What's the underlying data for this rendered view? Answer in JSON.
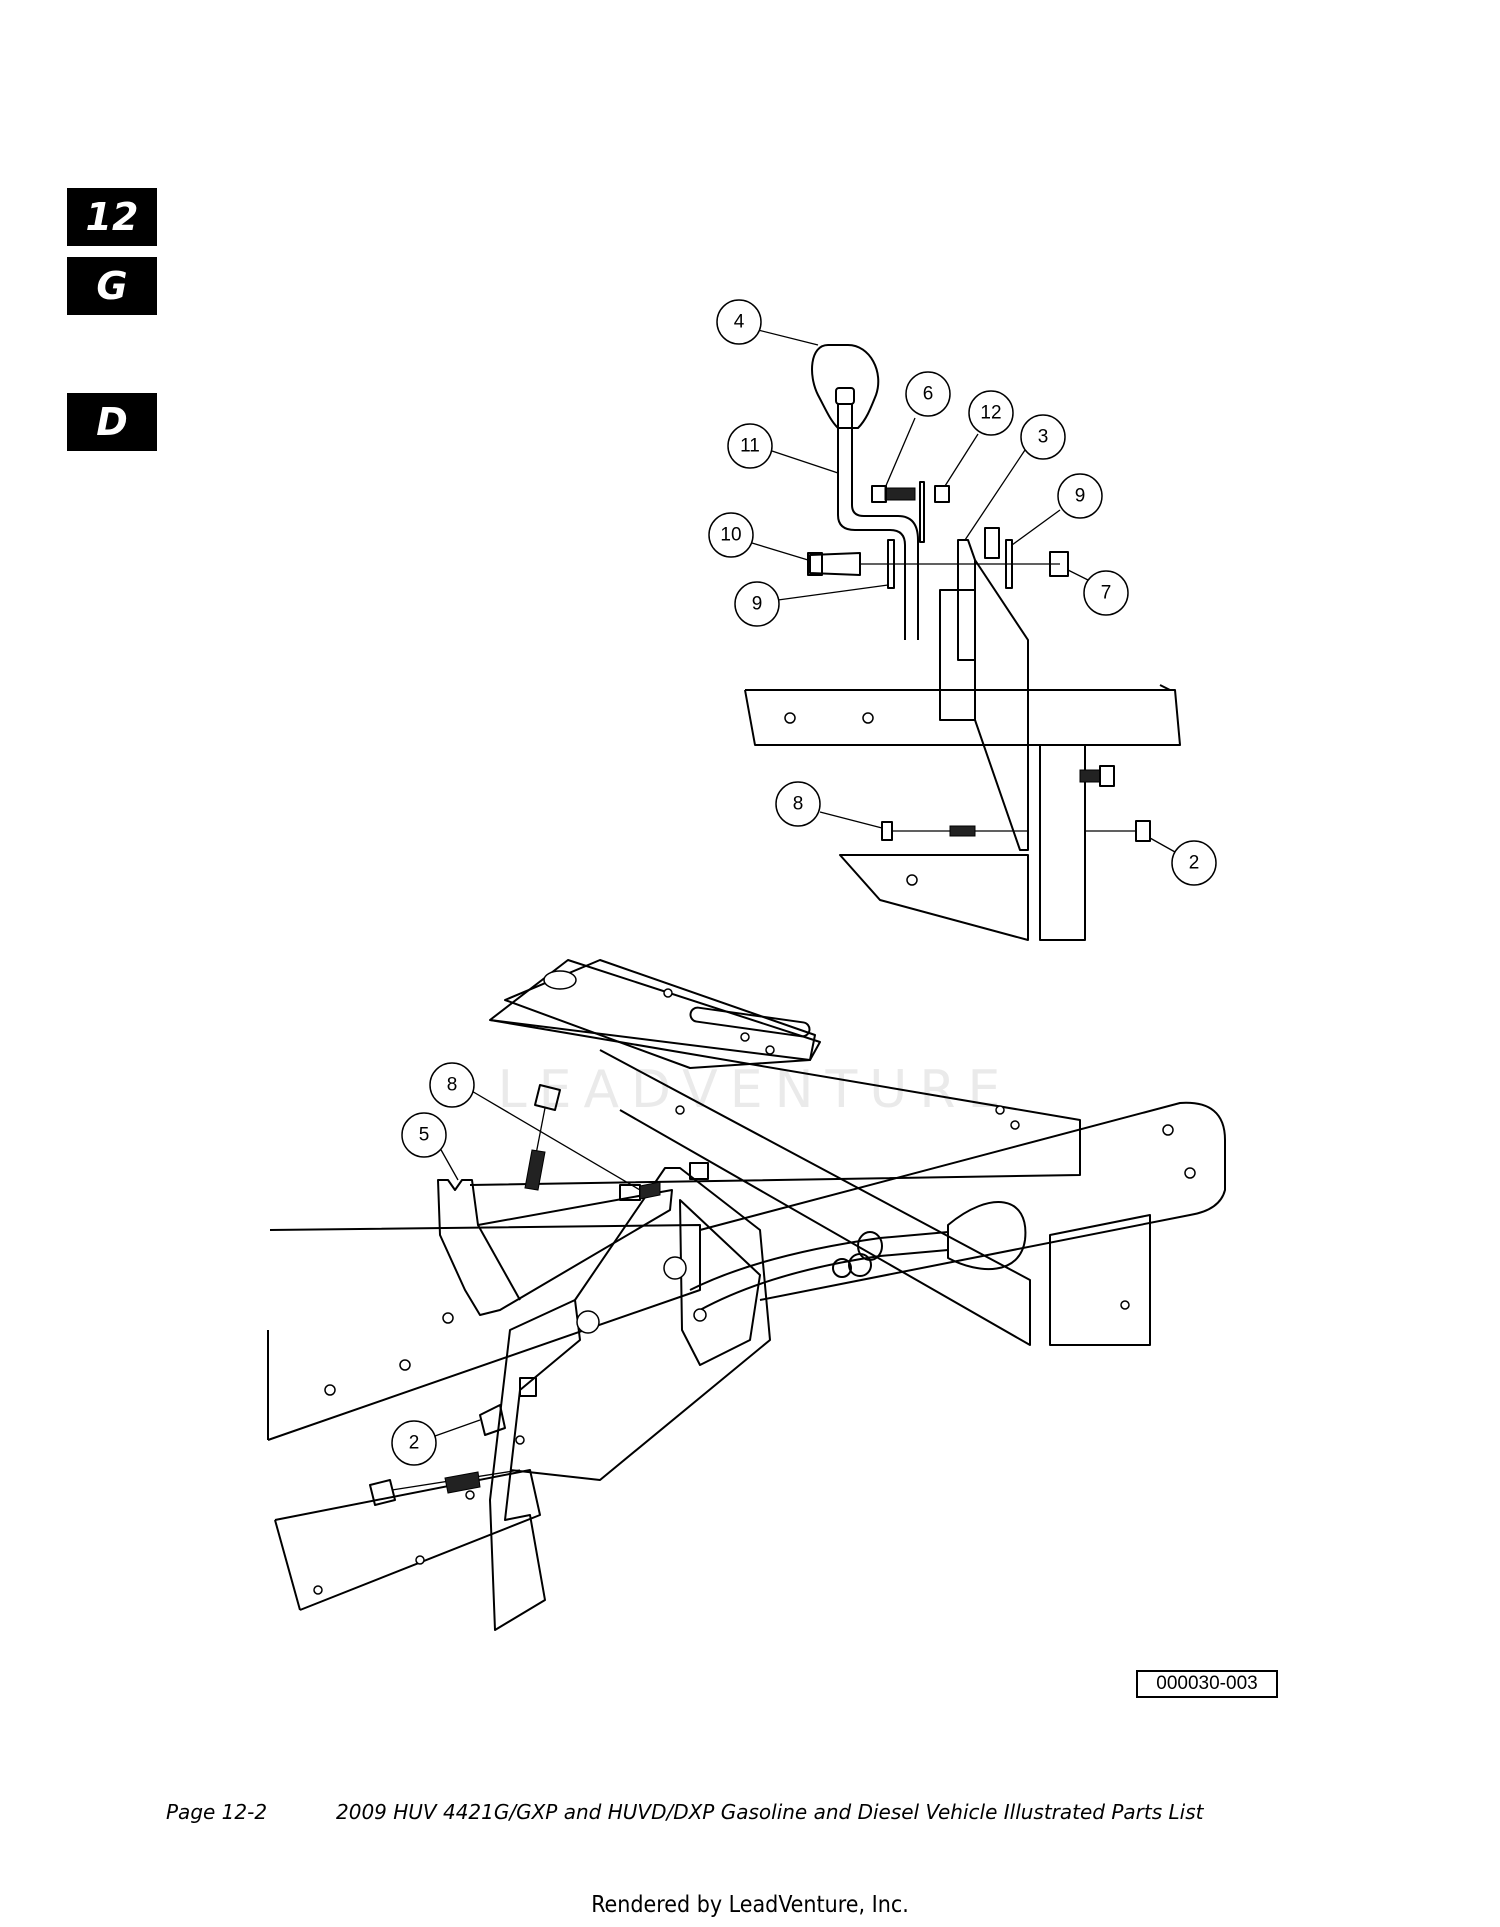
{
  "section_tabs": [
    "12",
    "G",
    "D"
  ],
  "callouts": [
    "4",
    "6",
    "12",
    "3",
    "11",
    "9",
    "10",
    "9",
    "7",
    "8",
    "2",
    "8",
    "5",
    "2"
  ],
  "figure_code": "000030-003",
  "footer": {
    "page": "Page 12-2",
    "title": "2009 HUV 4421G/GXP and HUVD/DXP Gasoline and Diesel Vehicle Illustrated Parts List"
  },
  "rendered_by": "Rendered by LeadVenture, Inc.",
  "watermark": "LEADVENTURE"
}
